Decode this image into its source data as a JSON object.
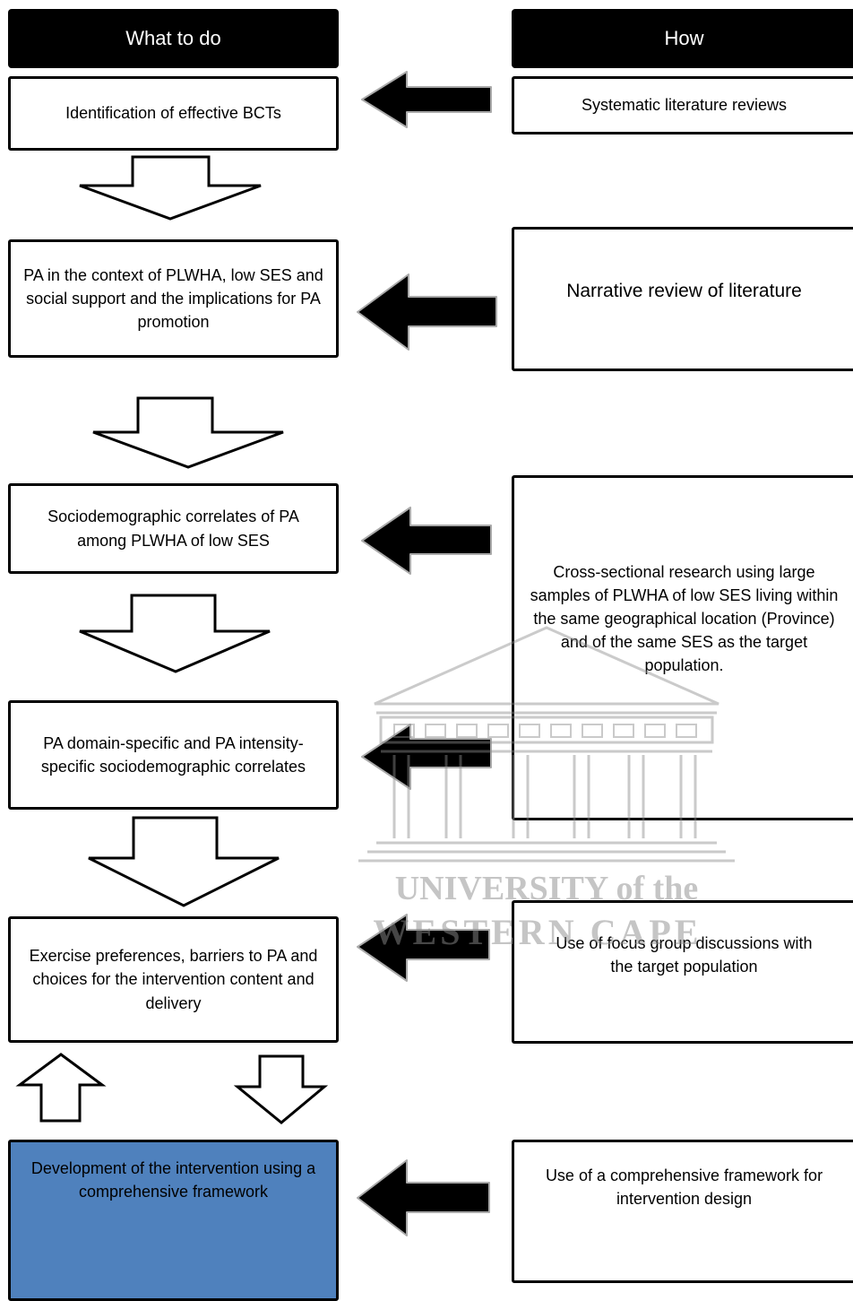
{
  "headers": {
    "left": "What to do",
    "right": "How"
  },
  "left_boxes": [
    "Identification of effective BCTs",
    "PA in the context of PLWHA, low SES and social support and the implications for PA promotion",
    "Sociodemographic correlates of PA among PLWHA of low SES",
    "PA domain-specific and PA intensity-specific sociodemographic correlates",
    "Exercise preferences, barriers to PA and choices for the intervention content and delivery",
    "Development of the intervention using a comprehensive framework"
  ],
  "right_boxes": [
    "Systematic literature reviews",
    "Narrative review of literature",
    "Cross-sectional research using large samples of PLWHA of low SES living within the same geographical location (Province) and of the same SES as the target population.",
    "Use of focus group discussions with the target population",
    "Use of a comprehensive framework for intervention design"
  ],
  "watermark": {
    "line1": "UNIVERSITY of the",
    "line2": "WESTERN CAPE"
  },
  "colors": {
    "header_bg": "#000000",
    "header_text": "#ffffff",
    "highlight_box": "#4f81bd",
    "watermark": "#9a9a9a"
  }
}
